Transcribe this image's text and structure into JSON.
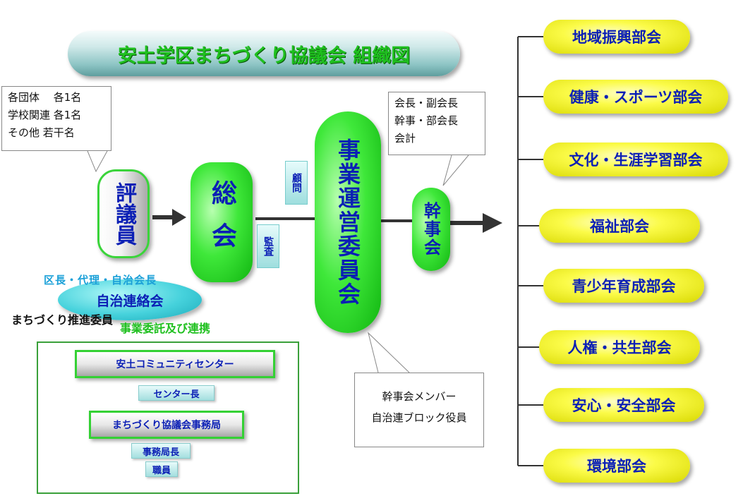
{
  "title": "安土学区まちづくり協議会 組織図",
  "callouts": {
    "members": "各団体　 各1名\n学校関連 各1名\nその他 若干名",
    "officers": "会長・副会長\n幹事・部会長\n会計",
    "kanjikai": "幹事会メンバー\n自治連ブロック役員"
  },
  "nodes": {
    "hyogiin": "評議員",
    "sokai": "総会",
    "jigyo": "事業運営委員会",
    "kanjikai": "幹事会",
    "komon": "顧問",
    "kansa": "監査"
  },
  "jichi": {
    "roles": "区長・代理・自治会長",
    "name": "自治連絡会",
    "promoter": "まちづくり推進委員",
    "relation": "事業委託及び連携"
  },
  "center": {
    "name": "安土コミュニティセンター",
    "head": "センター長",
    "office": "まちづくり協議会事務局",
    "office_head": "事務局長",
    "staff": "職員"
  },
  "committees": [
    "地域振興部会",
    "健康・スポーツ部会",
    "文化・生涯学習部会",
    "福祉部会",
    "青少年育成部会",
    "人権・共生部会",
    "安心・安全部会",
    "環境部会"
  ]
}
